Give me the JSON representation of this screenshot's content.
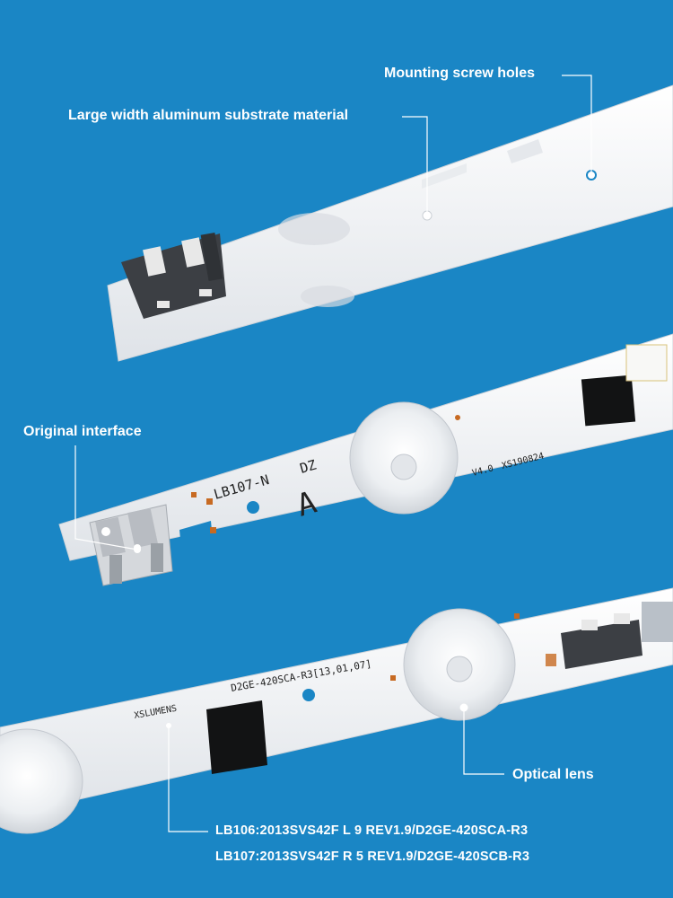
{
  "labels": {
    "mounting_holes": "Mounting screw holes",
    "substrate": "Large width aluminum substrate material",
    "interface": "Original interface",
    "optical_lens": "Optical lens",
    "model_line_1": "LB106:2013SVS42F L 9 REV1.9/D2GE-420SCA-R3",
    "model_line_2": "LB107:2013SVS42F R 5 REV1.9/D2GE-420SCB-R3"
  },
  "strip_markings": {
    "strip2_model": "LB107-N",
    "strip2_dz": "DZ",
    "strip2_letter": "A",
    "strip2_version": "V4.0",
    "strip2_code": "XS190824",
    "strip3_part": "D2GE-420SCA-R3[13,01,07]",
    "strip3_brand": "XSLUMENS"
  },
  "colors": {
    "background": "#1a86c5",
    "strip": "#f3f5f7",
    "callout_line": "#ffffff"
  }
}
